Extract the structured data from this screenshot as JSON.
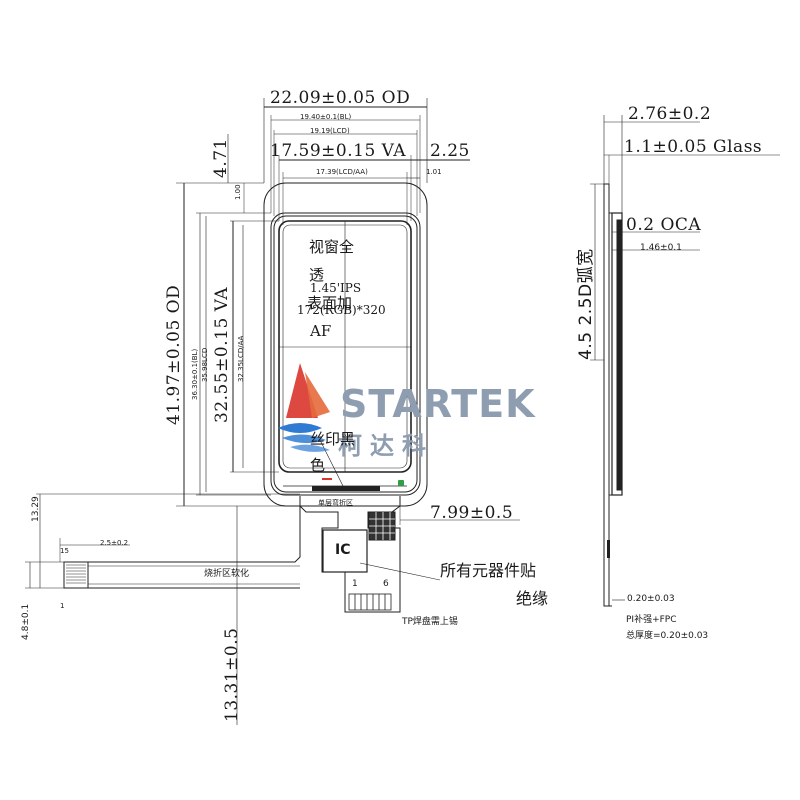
{
  "front": {
    "od_width": "22.09±0.05 OD",
    "bl_width": "19.40±0.1(BL)",
    "lcd_width": "19.19(LCD)",
    "va_width": "17.59±0.15 VA",
    "offset_right": "2.25",
    "aa_width": "17.39(LCD/AA)",
    "offset_small": "1.01",
    "top_margin": "4.71",
    "top_gap": "1.00",
    "od_height": "41.97±0.05 OD",
    "bl_height": "36.30±0.1(BL)",
    "lcd_height": "35.98LCD",
    "va_height": "32.55±0.15 VA",
    "aa_height": "32.35LCD/AA",
    "window_note_1": "视窗全",
    "window_note_2": "透",
    "window_note_3": "表面加",
    "window_note_4": "AF",
    "panel_size": "1.45'IPS",
    "resolution": "172(RGB)*320",
    "silk_note_1": "丝印黑",
    "silk_note_2": "色",
    "fpc_width": "7.99±0.5",
    "single_fold_zone": "单层弯折区",
    "flex_bend_zone": "烧折区软化",
    "fpc_left_height": "13.29",
    "pad_pitch": "2.5±0.2",
    "pin_15": "15",
    "pin_1": "1",
    "connector_width": "4.8±0.1",
    "fpc_length": "13.31±0.5",
    "ic_label": "IC",
    "pin_label_1": "1",
    "pin_label_6": "6",
    "component_note_1": "所有元器件贴",
    "component_note_2": "绝缘",
    "tp_note": "TP焊盘需上锡"
  },
  "side": {
    "total_thickness": "2.76±0.2",
    "glass": "1.1±0.05 Glass",
    "oca": "0.2 OCA",
    "module": "1.46±0.1",
    "arc_width": "4.5 2.5D弧宽",
    "stiffener": "0.20±0.03",
    "pi_fpc": "PI补强+FPC",
    "total_note": "总厚度=0.20±0.03"
  },
  "brand": {
    "name": "STARTEK",
    "cn_name": "柯达科",
    "colors": {
      "red": "#d9342b",
      "blue": "#2f7bd4",
      "gray": "#8e9db0"
    }
  }
}
